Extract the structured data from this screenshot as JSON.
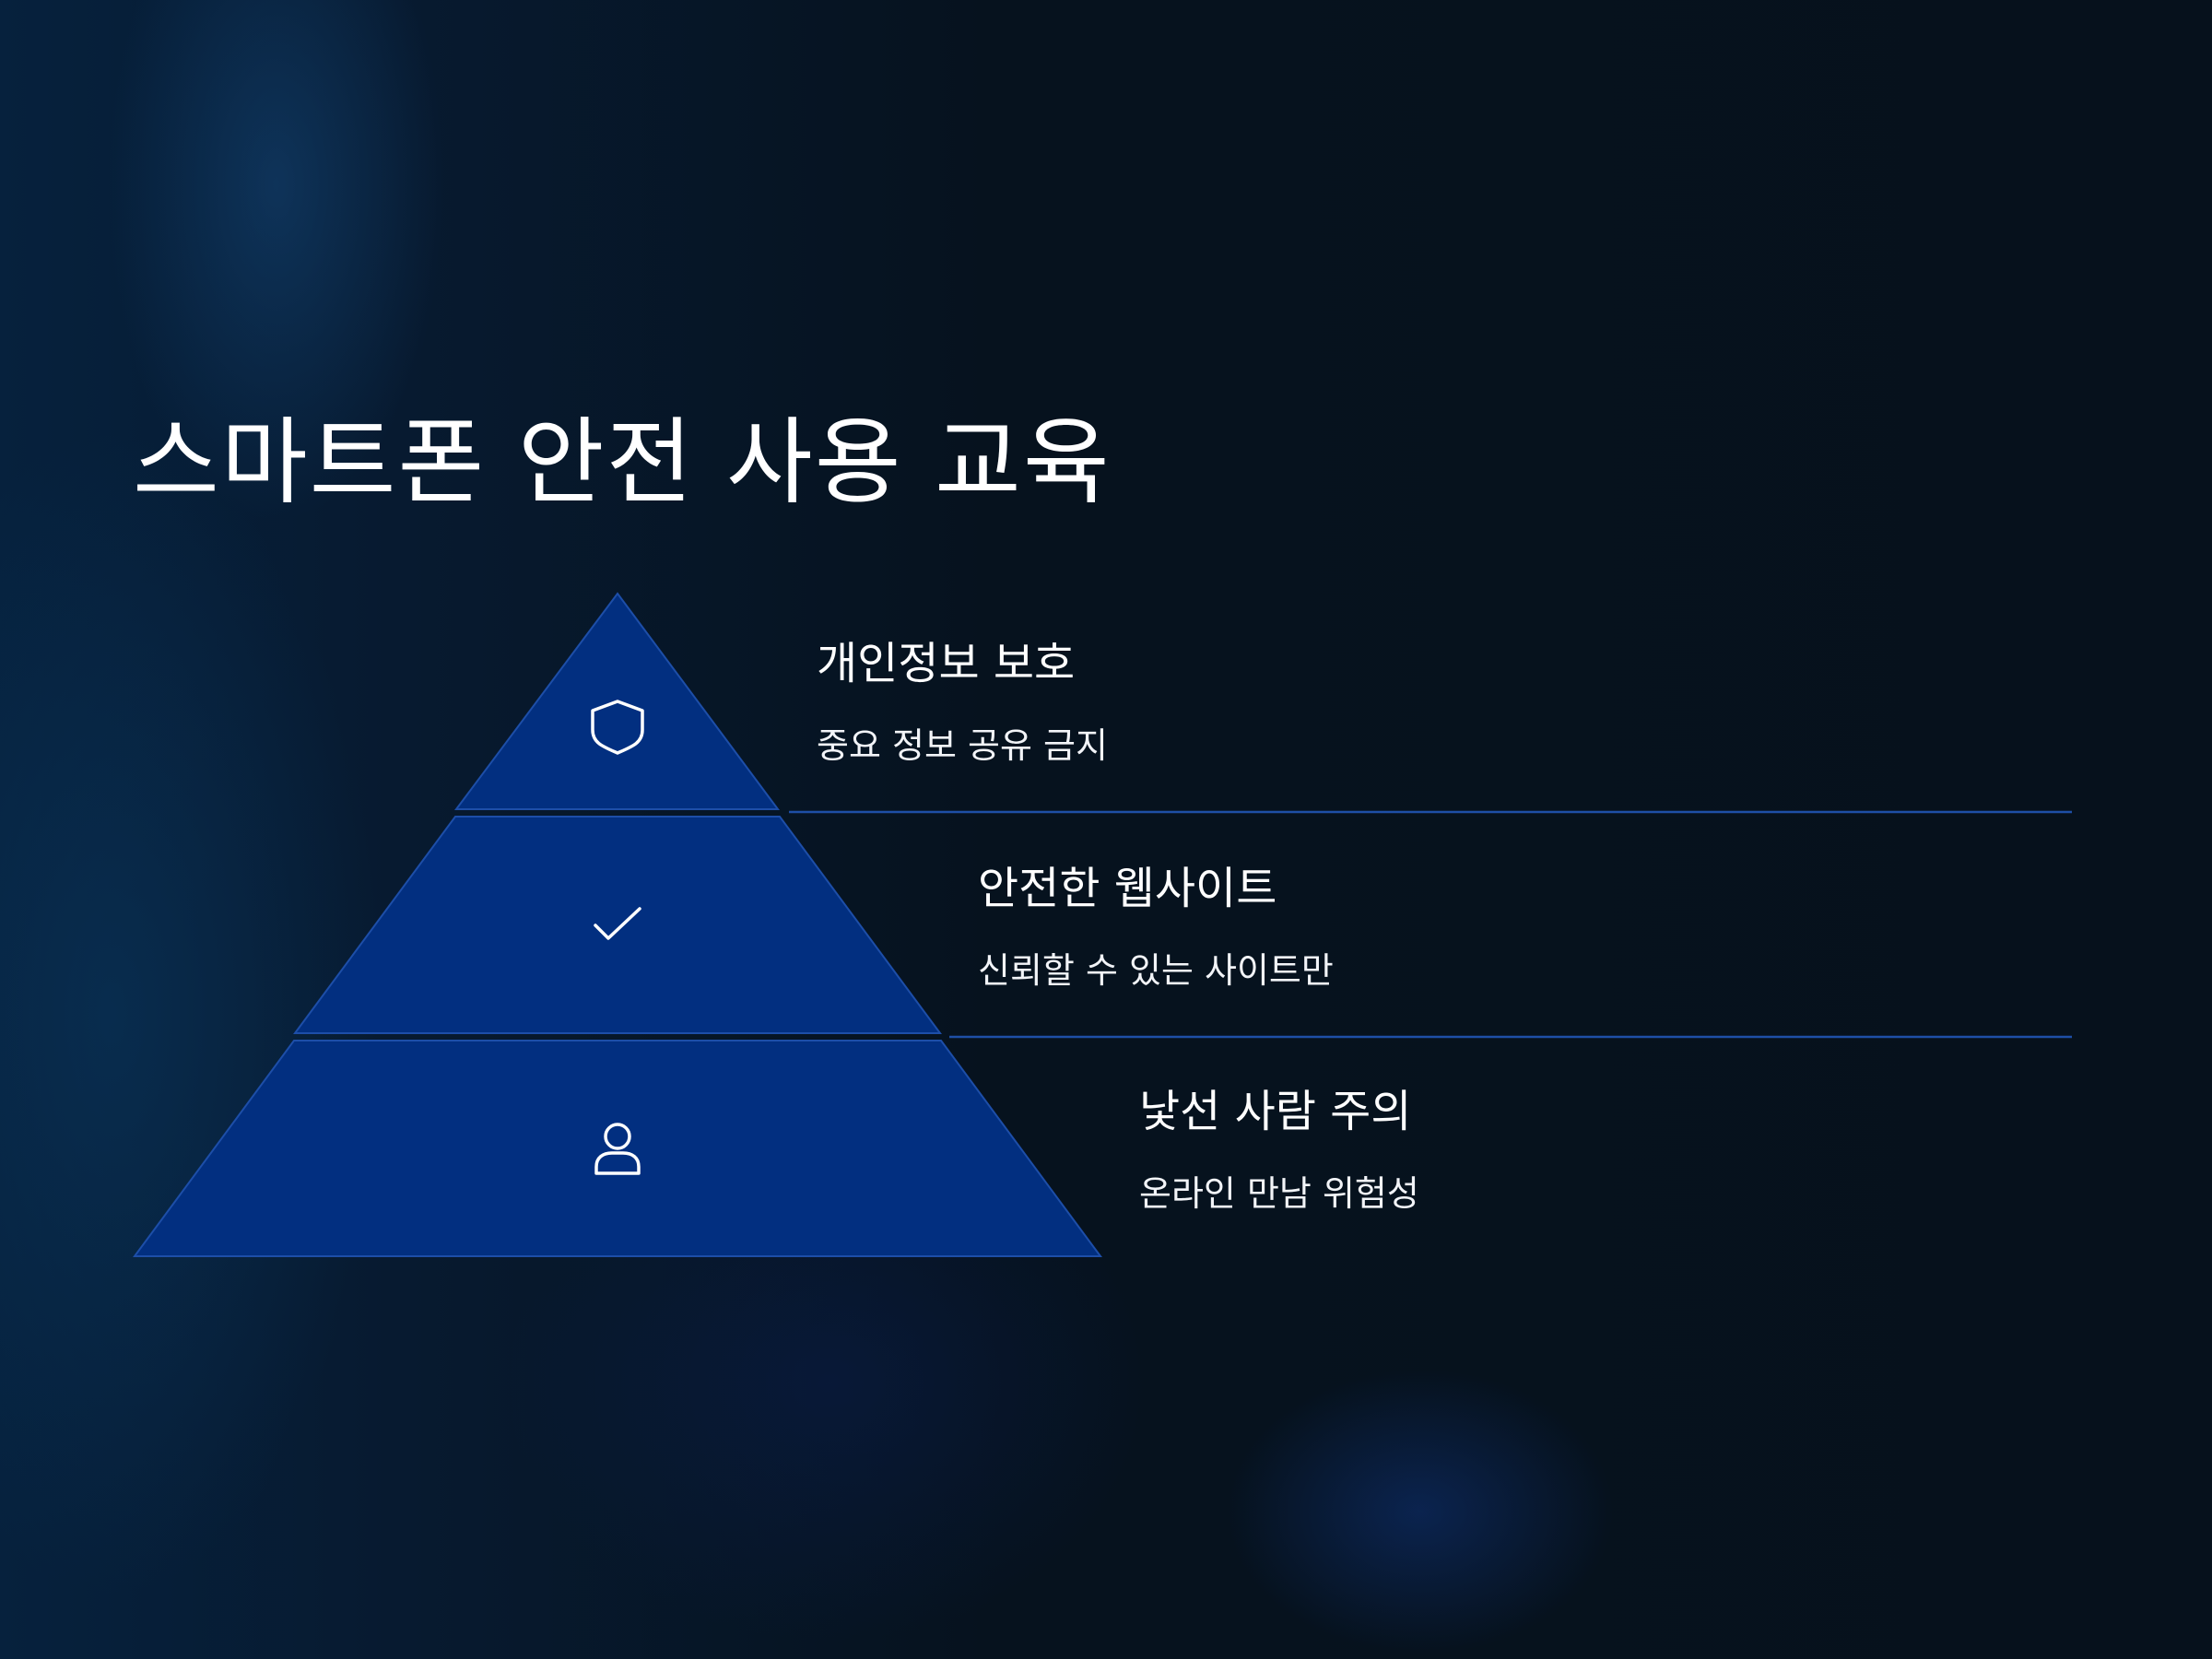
{
  "title": "스마트폰 안전 사용 교육",
  "tiers": [
    {
      "heading": "개인정보 보호",
      "description": "중요 정보 공유 금지",
      "icon": "shield-icon"
    },
    {
      "heading": "안전한 웹사이트",
      "description": "신뢰할 수 있는 사이트만",
      "icon": "check-icon"
    },
    {
      "heading": "낯선 사람 주의",
      "description": "온라인 만남 위험성",
      "icon": "user-icon"
    }
  ],
  "colors": {
    "tier_fill": "#022f80",
    "tier_stroke": "#1d4ea8",
    "divider": "#1e4fa6",
    "text": "#ffffff"
  }
}
